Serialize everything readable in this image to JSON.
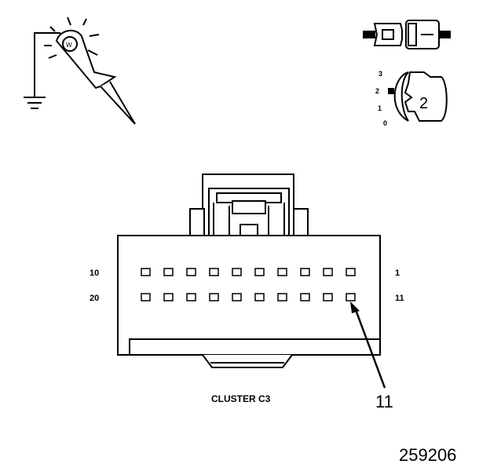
{
  "test_probe": {
    "icon": "test-light-probe-icon",
    "ground_icon": "ground-symbol-icon"
  },
  "key_switch": {
    "icon": "ignition-key-icon",
    "positions": [
      "3",
      "2",
      "1",
      "0"
    ],
    "selected_position": "2",
    "key_label": "2"
  },
  "connector": {
    "name": "CLUSTER C3",
    "row_labels": {
      "top_left": "10",
      "top_right": "1",
      "bottom_left": "20",
      "bottom_right": "11"
    },
    "pins_per_row": 10,
    "highlighted_pin": "11",
    "callout_label": "11"
  },
  "figure_number": "259206"
}
